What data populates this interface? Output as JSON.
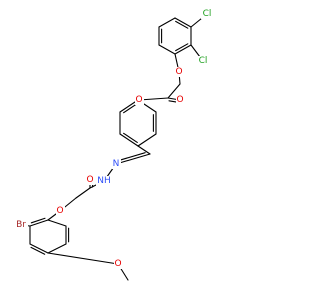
{
  "colors": {
    "bond": "#000000",
    "O": "#e60000",
    "N": "#3050f8",
    "Cl": "#1fa01f",
    "Br": "#a62929"
  },
  "atoms": [
    {
      "id": "cl1",
      "label": "Cl",
      "el": "Cl"
    },
    {
      "id": "cl2",
      "label": "Cl",
      "el": "Cl"
    },
    {
      "id": "o1",
      "label": "O",
      "el": "O"
    },
    {
      "id": "o2",
      "label": "O",
      "el": "O"
    },
    {
      "id": "o3",
      "label": "O",
      "el": "O"
    },
    {
      "id": "n1",
      "label": "N",
      "el": "N"
    },
    {
      "id": "n2",
      "label": "NH",
      "el": "N"
    },
    {
      "id": "o4",
      "label": "O",
      "el": "O"
    },
    {
      "id": "o5",
      "label": "O",
      "el": "O"
    },
    {
      "id": "br",
      "label": "Br",
      "el": "Br"
    },
    {
      "id": "o6",
      "label": "O",
      "el": "O"
    }
  ]
}
